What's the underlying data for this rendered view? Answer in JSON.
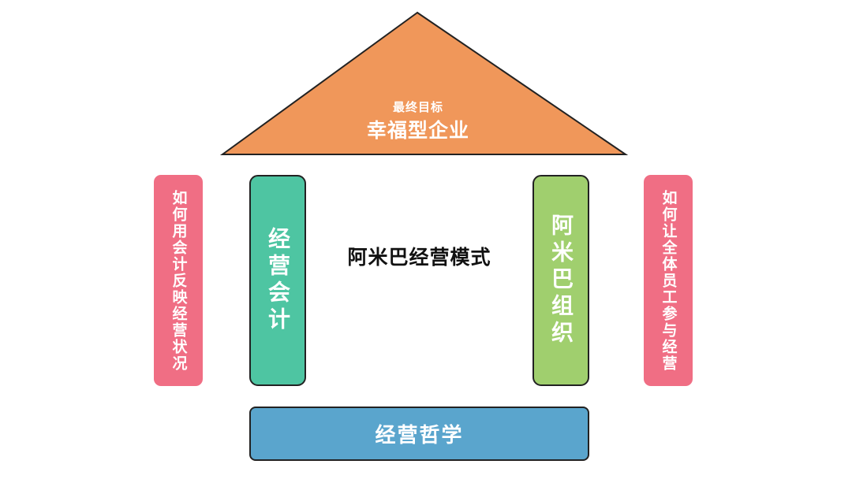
{
  "roof": {
    "subtitle": "最终目标",
    "title": "幸福型企业",
    "color": "#f0975a"
  },
  "center_label": "阿米巴经营模式",
  "pillars": {
    "left": {
      "label": "经营会计",
      "color": "#4ec5a2"
    },
    "right": {
      "label": "阿米巴组织",
      "color": "#a0cf6e"
    }
  },
  "side_notes": {
    "left": "如何用会计反映经营状况",
    "right": "如何让全体员工参与经营",
    "color": "#f06e84"
  },
  "foundation": {
    "label": "经营哲学",
    "color": "#5aa5cd"
  }
}
